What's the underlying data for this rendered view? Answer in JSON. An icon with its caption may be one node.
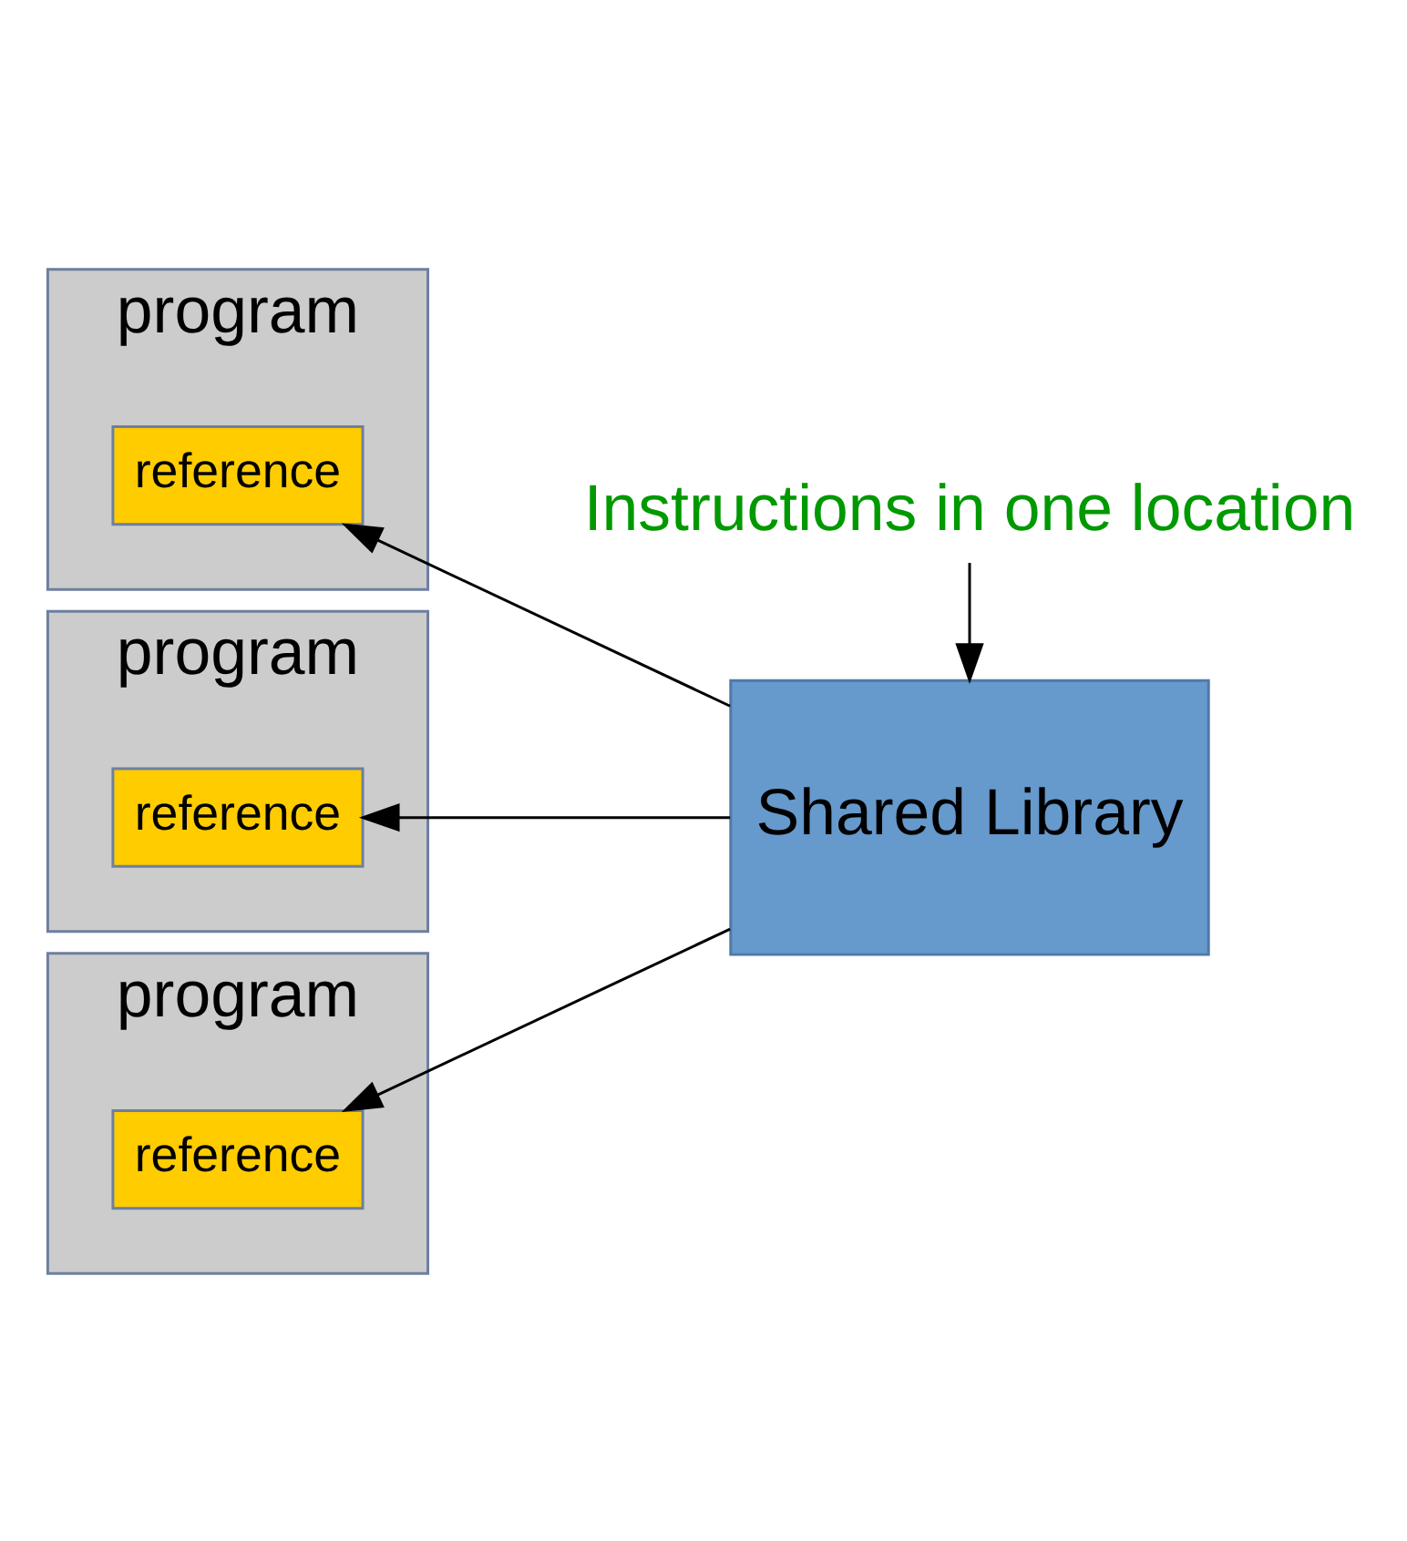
{
  "diagram": {
    "nodes": [
      {
        "text": [
          "program"
        ]
      },
      {
        "text": [
          "reference"
        ],
        "in": 0
      },
      {
        "text": [
          "program"
        ]
      },
      {
        "text": [
          "reference"
        ],
        "in": 2
      },
      {
        "text": [
          "program"
        ]
      },
      {
        "text": [
          "reference"
        ],
        "in": 4
      },
      {
        "text": [
          "Shared Library"
        ]
      },
      {
        "text": [
          "Instructions in one location"
        ]
      }
    ],
    "edges": [
      {
        "from": 6,
        "to": 1,
        "arrow": "to"
      },
      {
        "from": 6,
        "to": 3,
        "arrow": "to"
      },
      {
        "from": 6,
        "to": 5,
        "arrow": "to"
      },
      {
        "from": 7,
        "to": 6,
        "arrow": "to"
      }
    ]
  }
}
